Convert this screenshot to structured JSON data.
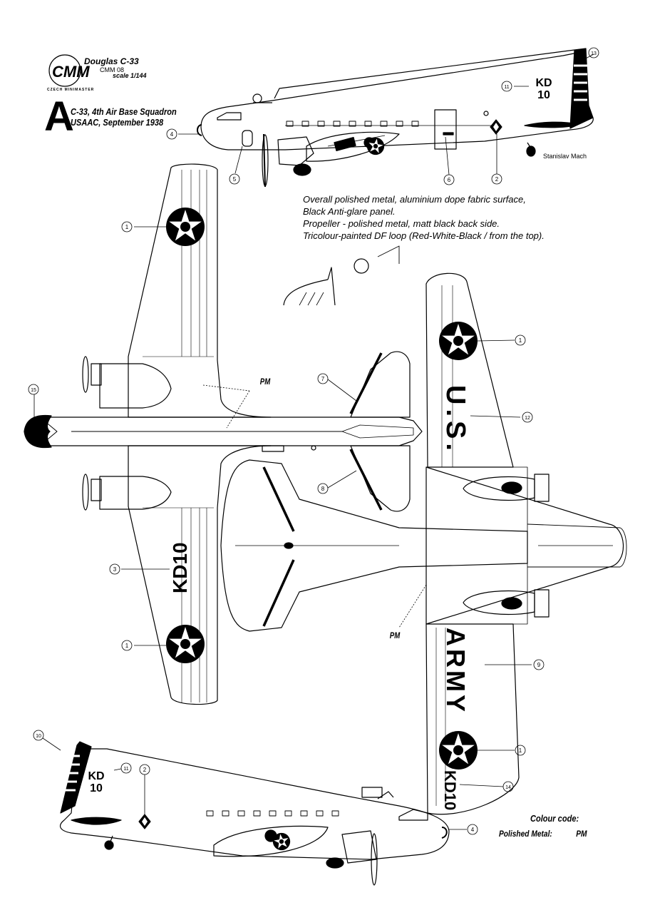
{
  "header": {
    "logo": "CMM",
    "model": "Douglas C-33",
    "code": "CMM 08",
    "scale": "scale 1/144",
    "maker": "CZECH MINIMASTER"
  },
  "scheme": {
    "letter": "A",
    "title": "C-33, 4th Air Base Squadron USAAC, September 1938"
  },
  "notes": [
    "Overall polished metal, aluminium dope fabric surface,",
    "Black Anti-glare panel.",
    "Propeller - polished metal, matt black back side.",
    "Tricolour-painted DF loop (Red-White-Black / from the top)."
  ],
  "author": "Stanislav Mach",
  "markings": {
    "tail_code_1": "KD",
    "tail_code_2": "10",
    "wing_code": "KD10",
    "wing_us": "U.S.",
    "wing_army": "ARMY"
  },
  "callouts": [
    "1",
    "2",
    "3",
    "4",
    "5",
    "6",
    "7",
    "8",
    "9",
    "10",
    "11",
    "12",
    "13",
    "14",
    "15"
  ],
  "colour_code": {
    "title": "Colour code:",
    "label": "Polished Metal:",
    "abbr": "PM"
  },
  "colors": {
    "line": "#000000",
    "paper": "#ffffff"
  }
}
